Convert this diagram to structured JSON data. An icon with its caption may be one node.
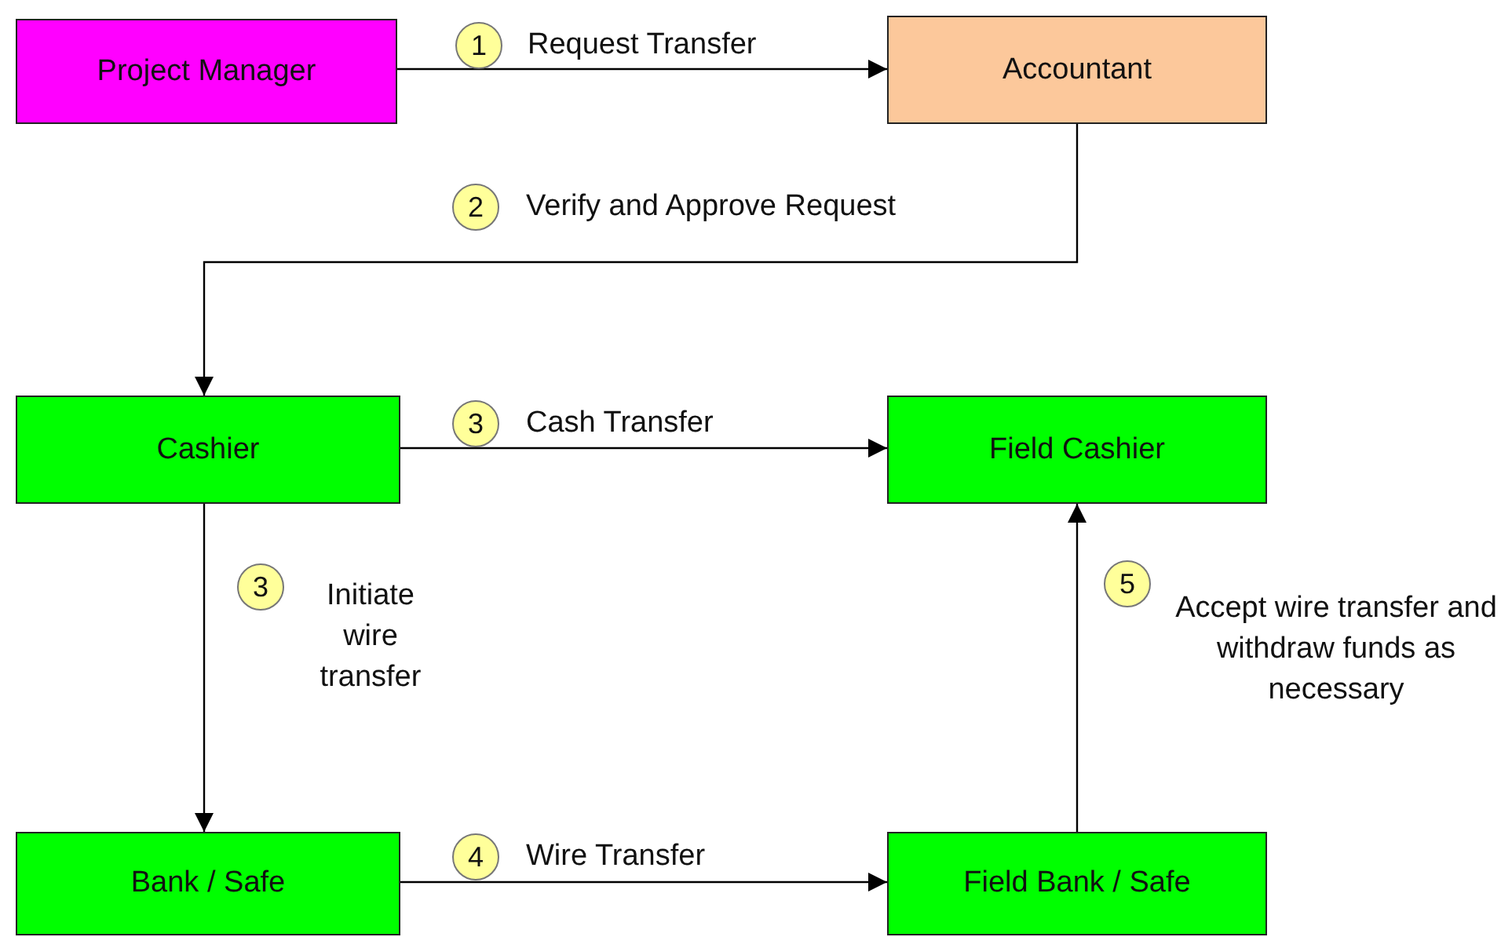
{
  "diagram": {
    "nodes": [
      {
        "text": [
          "Project Manager"
        ]
      },
      {
        "text": [
          "Accountant"
        ]
      },
      {
        "text": [
          "Cashier"
        ]
      },
      {
        "text": [
          "Field Cashier"
        ]
      },
      {
        "text": [
          "Bank / Safe"
        ]
      },
      {
        "text": [
          "Field Bank / Safe"
        ]
      }
    ],
    "edges": [
      {
        "from": 0,
        "to": 1,
        "arrow": "to",
        "label": "Request Transfer"
      },
      {
        "from": 1,
        "to": 2,
        "arrow": "to",
        "label": "Verify and Approve Request"
      },
      {
        "from": 2,
        "to": 3,
        "arrow": "to",
        "label": "Cash Transfer"
      },
      {
        "from": 2,
        "to": 4,
        "arrow": "to",
        "label": "Initiate wire transfer"
      },
      {
        "from": 4,
        "to": 5,
        "arrow": "to",
        "label": "Wire Transfer"
      },
      {
        "from": 5,
        "to": 3,
        "arrow": "to",
        "label": "Accept wire transfer and withdraw funds as necessary"
      }
    ],
    "labels": [
      "1",
      "2",
      "3",
      "3",
      "5",
      "4"
    ]
  }
}
